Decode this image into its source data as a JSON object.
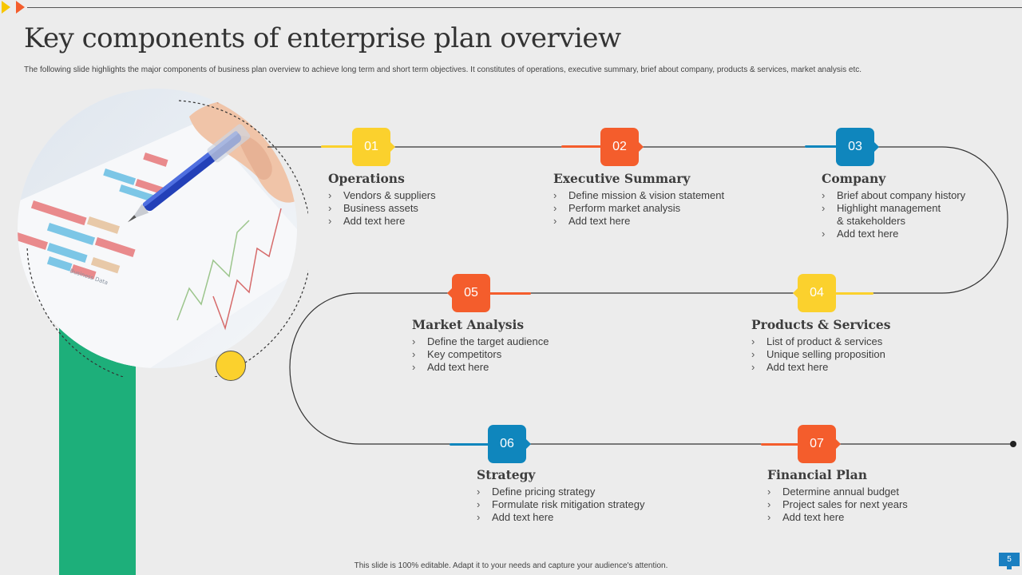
{
  "title": "Key components of enterprise plan overview",
  "subtitle": "The following slide highlights the major components of business plan overview to achieve long term and short term objectives. It constitutes of  operations, executive summary, brief about company, products & services, market analysis etc.",
  "footer": "This slide is 100% editable. Adapt it to your needs and capture your audience's attention.",
  "page_number": "5",
  "colors": {
    "yellow": "#fbd12d",
    "orange": "#f45d2c",
    "blue": "#0f86bd",
    "green": "#1daf7a"
  },
  "steps": [
    {
      "num": "01",
      "title": "Operations",
      "color": "yellow",
      "items": [
        "Vendors & suppliers",
        "Business assets",
        "Add text here"
      ]
    },
    {
      "num": "02",
      "title": "Executive Summary",
      "color": "orange",
      "items": [
        "Define mission & vision statement",
        "Perform market analysis",
        "Add text here"
      ]
    },
    {
      "num": "03",
      "title": "Company",
      "color": "blue",
      "items": [
        "Brief about company history",
        "Highlight management",
        "& stakeholders",
        "Add text here"
      ]
    },
    {
      "num": "04",
      "title": "Products & Services",
      "color": "yellow",
      "items": [
        "List of product & services",
        "Unique selling proposition",
        "Add text here"
      ]
    },
    {
      "num": "05",
      "title": "Market Analysis",
      "color": "orange",
      "items": [
        "Define the target audience",
        "Key competitors",
        "Add text here"
      ]
    },
    {
      "num": "06",
      "title": "Strategy",
      "color": "blue",
      "items": [
        "Define pricing strategy",
        "Formulate risk mitigation strategy",
        "Add text here"
      ]
    },
    {
      "num": "07",
      "title": "Financial Plan",
      "color": "orange",
      "items": [
        "Determine annual budget",
        "Project sales for next years",
        "Add text here"
      ]
    }
  ]
}
